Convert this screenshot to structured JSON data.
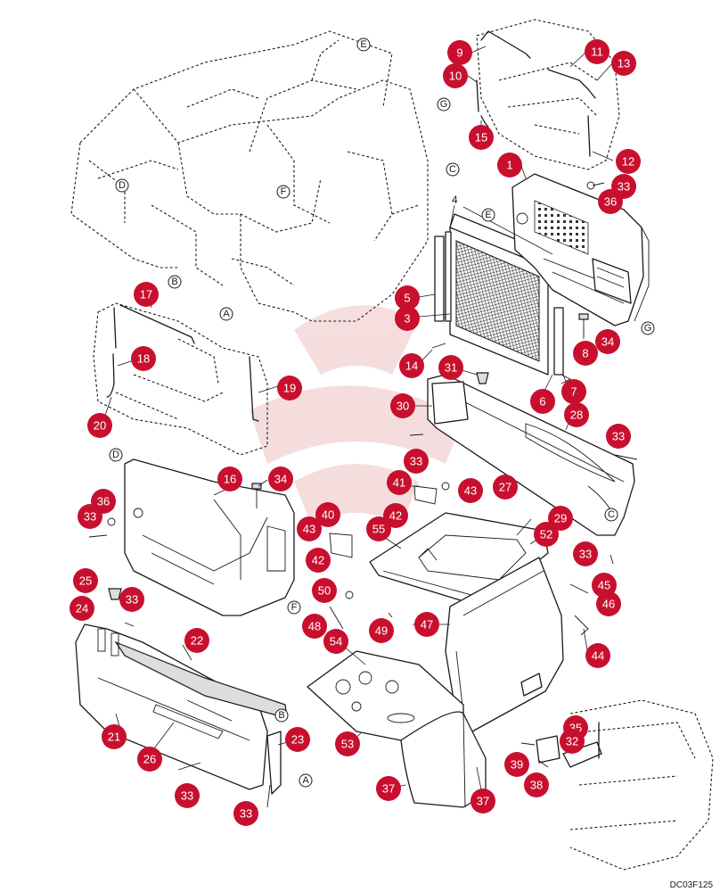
{
  "drawing_code": "DC03F125",
  "plain_labels": [
    "4"
  ],
  "callouts": [
    "1",
    "3",
    "5",
    "6",
    "7",
    "8",
    "9",
    "10",
    "11",
    "12",
    "13",
    "14",
    "15",
    "16",
    "17",
    "18",
    "19",
    "20",
    "21",
    "22",
    "23",
    "24",
    "25",
    "26",
    "27",
    "28",
    "29",
    "30",
    "31",
    "32",
    "33",
    "34",
    "35",
    "36",
    "37",
    "38",
    "39",
    "40",
    "41",
    "42",
    "43",
    "44",
    "45",
    "46",
    "47",
    "48",
    "49",
    "50",
    "52",
    "53",
    "54",
    "55"
  ],
  "reference_letters": [
    "A",
    "B",
    "C",
    "D",
    "E",
    "F",
    "G"
  ],
  "colors": {
    "callout_fill": "#c8102e",
    "callout_text": "#ffffff",
    "line": "#1a1a1a",
    "watermark": "#e8a0a0"
  }
}
